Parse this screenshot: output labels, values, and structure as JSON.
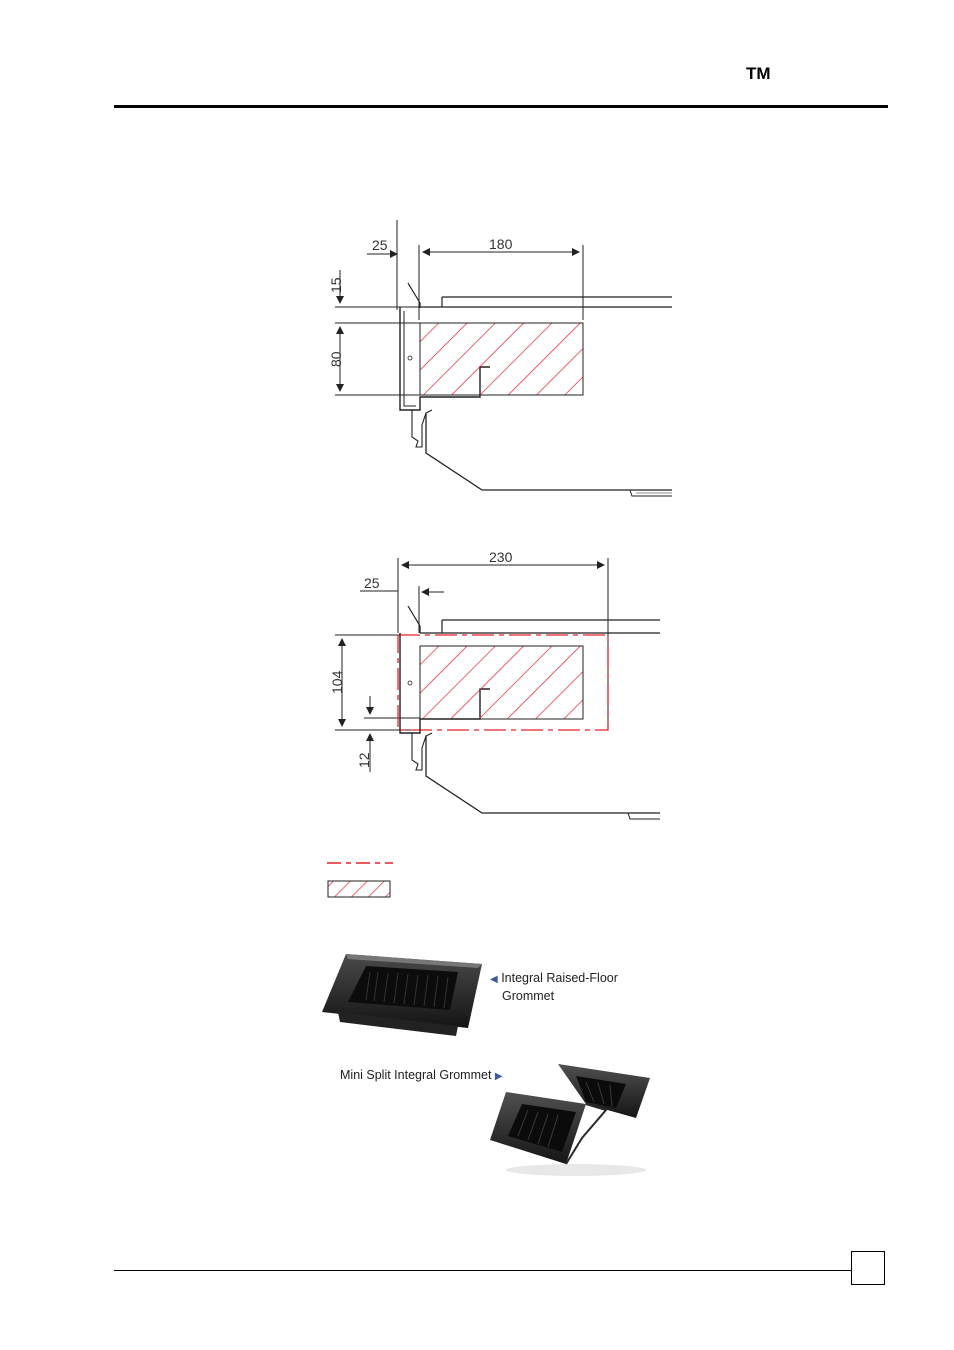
{
  "header": {
    "trademark": "TM"
  },
  "drawing_top": {
    "dims": {
      "a": "25",
      "b": "180",
      "c": "15",
      "d": "80"
    }
  },
  "drawing_bottom": {
    "dims": {
      "a": "230",
      "b": "25",
      "c": "104",
      "d": "12"
    }
  },
  "products": {
    "raised_floor": {
      "caption_line1": "Integral Raised-Floor",
      "caption_line2": "Grommet"
    },
    "mini_split": {
      "caption": "Mini Split Integral Grommet"
    }
  },
  "colors": {
    "hatch": "#e8202a",
    "line": "#222222"
  }
}
